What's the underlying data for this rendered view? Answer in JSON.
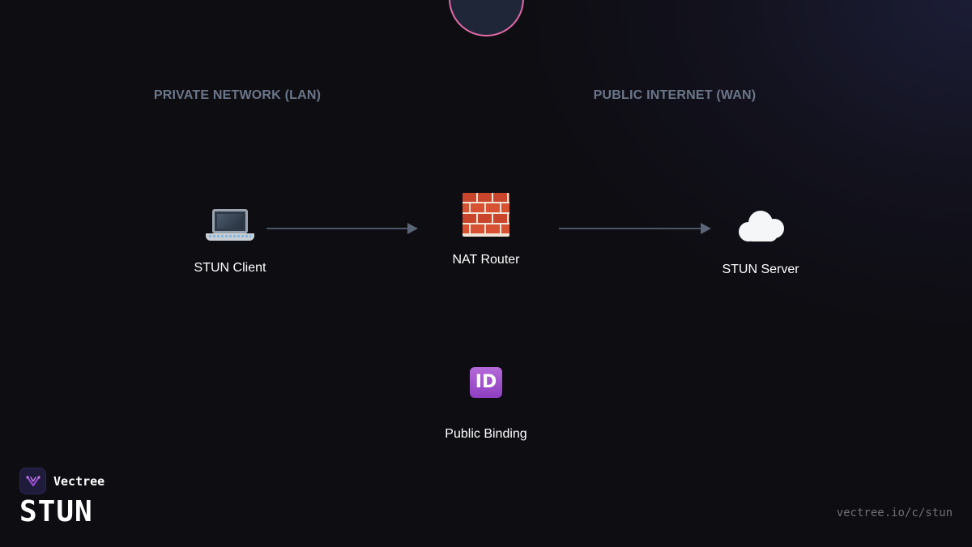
{
  "zones": {
    "private": "PRIVATE NETWORK (LAN)",
    "public": "PUBLIC INTERNET (WAN)"
  },
  "nodes": [
    {
      "label": "STUN Client",
      "icon": "laptop-icon"
    },
    {
      "label": "NAT Router",
      "icon": "brick-wall-icon"
    },
    {
      "label": "STUN Server",
      "icon": "cloud-icon"
    },
    {
      "label": "Public Binding",
      "icon": "id-badge-icon",
      "icon_text": "ID"
    }
  ],
  "connectors": [
    {
      "from": "STUN Client",
      "to": "NAT Router"
    },
    {
      "from": "NAT Router",
      "to": "STUN Server"
    }
  ],
  "colors": {
    "background": "#0e0d12",
    "zone_label": "#6b7689",
    "connector": "#4b5566",
    "top_circle_fill": "#1e2638",
    "top_circle_border": "#e26aa8",
    "brand_accent": "#8e3fc0"
  },
  "brand": {
    "name": "Vectree",
    "title": "STUN",
    "url": "vectree.io/c/stun"
  }
}
